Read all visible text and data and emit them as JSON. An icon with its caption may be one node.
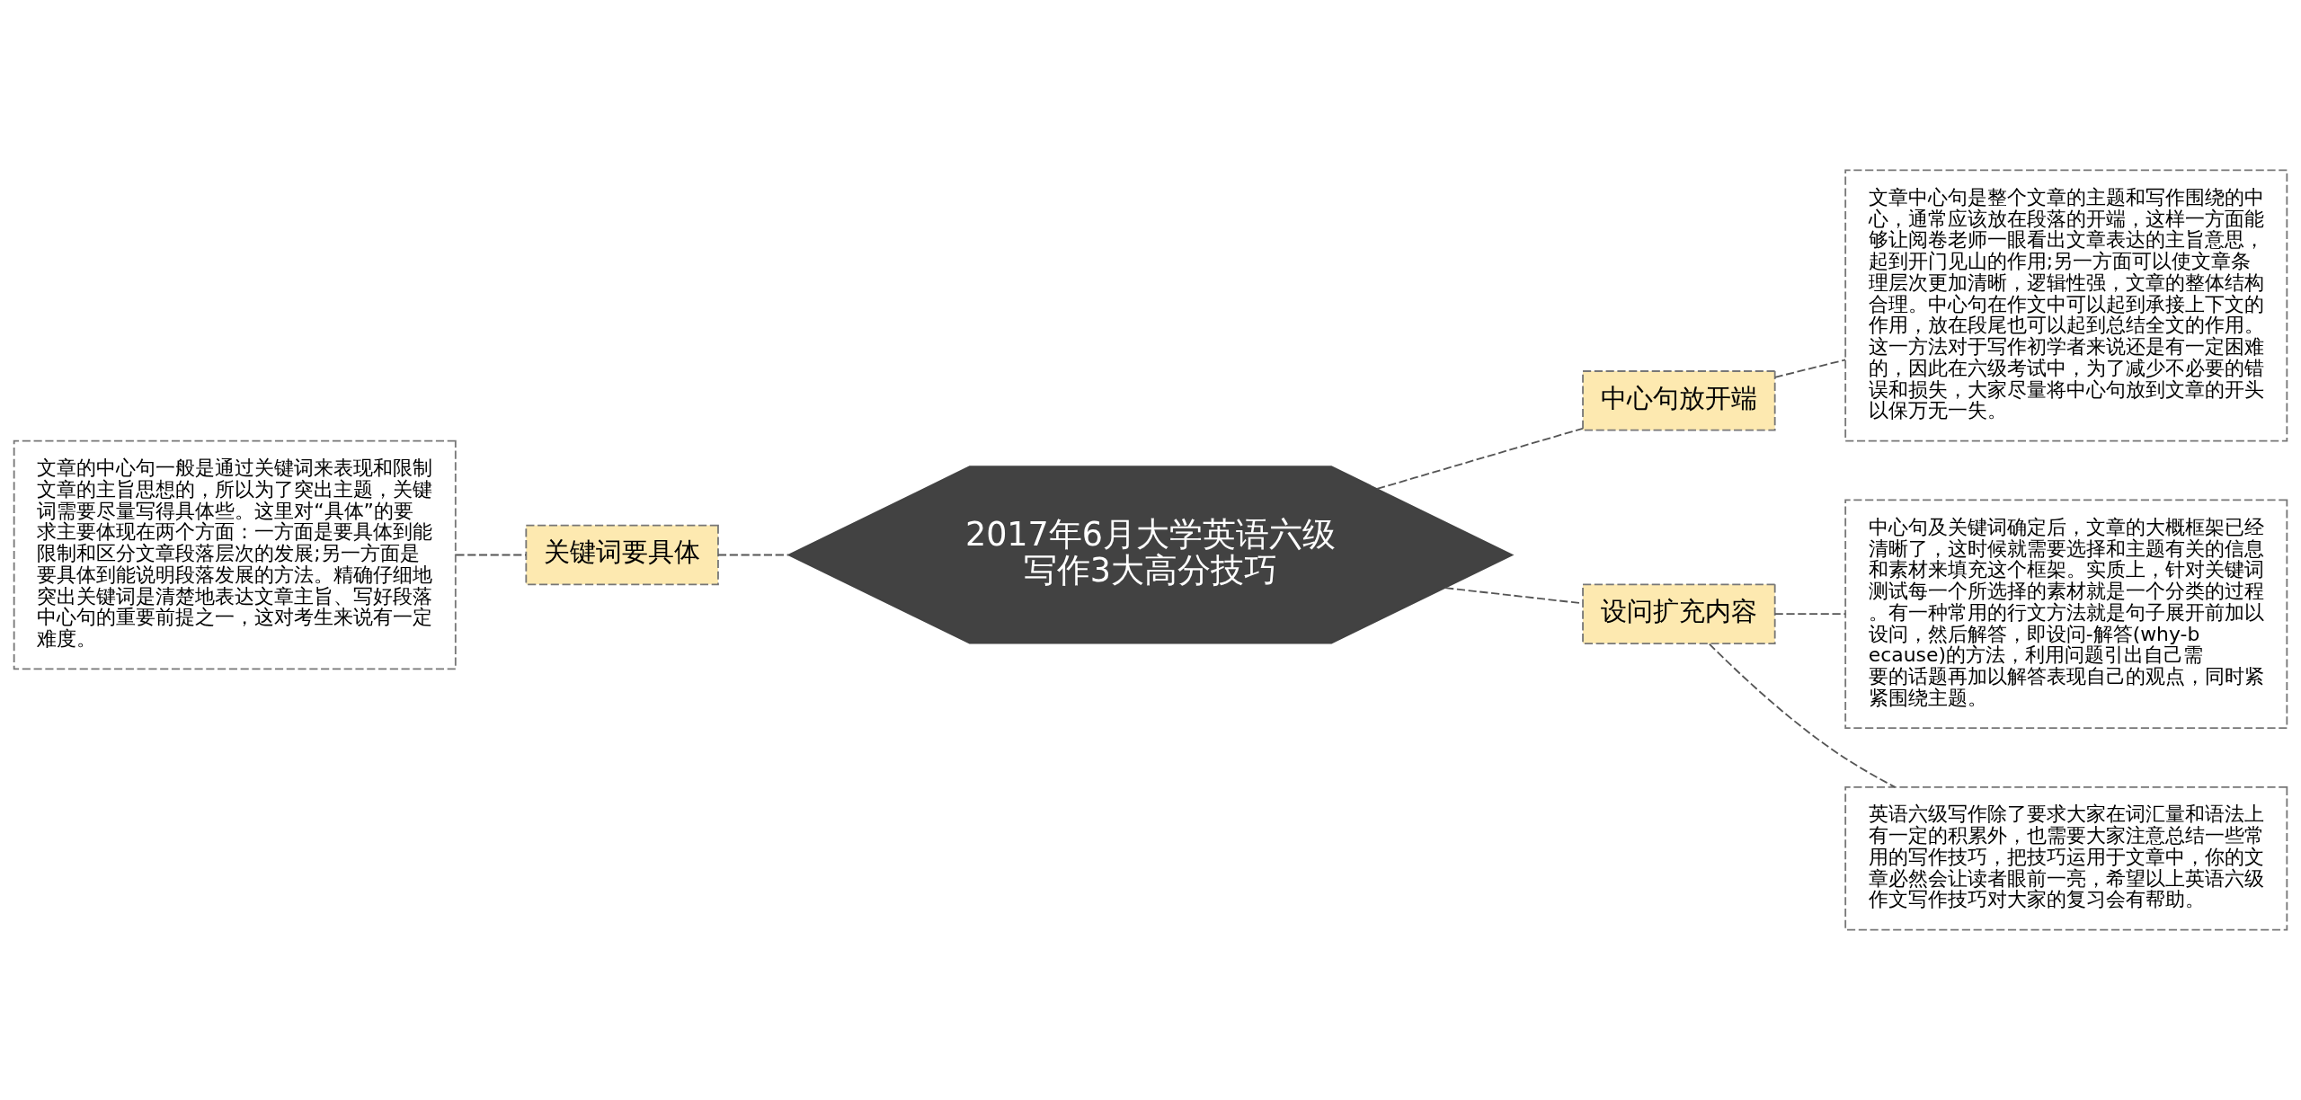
{
  "diagram": {
    "nodes": [
      {
        "text": [
          "2017年6月大学英语六级写作3大高分技巧"
        ]
      },
      {
        "text": [
          "关键词要具体"
        ]
      },
      {
        "text": [
          "文章的中心句一般是通过关键词来表现和限制文章的主旨思想的，所以为了突出主题，关键词需要尽量写得具体些。这里对“具体”的要求主要体现在两个方面：一方面是要具体到能限制和区分文章段落层次的发展;另一方面是要具体到能说明段落发展的方法。精确仔细地突出关键词是清楚地表达文章主旨、写好段落中心句的重要前提之一，这对考生来说有一定难度。"
        ]
      },
      {
        "text": [
          "中心句放开端"
        ]
      },
      {
        "text": [
          "文章中心句是整个文章的主题和写作围绕的中心，通常应该放在段落的开端，这样一方面能够让阅卷老师一眼看出文章表达的主旨意思，起到开门见山的作用;另一方面可以使文章条理层次更加清晰，逻辑性强，文章的整体结构合理。中心句在作文中可以起到承接上下文的作用，放在段尾也可以起到总结全文的作用。这一方法对于写作初学者来说还是有一定困难的，因此在六级考试中，为了减少不必要的错误和损失，大家尽量将中心句放到文章的开头以保万无一失。"
        ]
      },
      {
        "text": [
          "设问扩充内容"
        ]
      },
      {
        "text": [
          "中心句及关键词确定后，文章的大概框架已经清晰了，这时候就需要选择和主题有关的信息和素材来填充这个框架。实质上，针对关键词测试每一个所选择的素材就是一个分类的过程。有一种常用的行文方法就是句子展开前加以设问，然后解答，即设问-解答(why-because)的方法，利用问题引出自己需要的话题再加以解答表现自己的观点，同时紧紧围绕主题。"
        ]
      },
      {
        "text": [
          "英语六级写作除了要求大家在词汇量和语法上有一定的积累外，也需要大家注意总结一些常用的写作技巧，把技巧运用于文章中，你的文章必然会让读者眼前一亮，希望以上英语六级作文写作技巧对大家的复习会有帮助。"
        ]
      }
    ],
    "edges": [
      {
        "from": 0,
        "to": 1,
        "arrow": "none",
        "style": "dashed"
      },
      {
        "from": 1,
        "to": 2,
        "arrow": "none",
        "style": "dashed"
      },
      {
        "from": 0,
        "to": 3,
        "arrow": "none",
        "style": "dashed"
      },
      {
        "from": 3,
        "to": 4,
        "arrow": "none",
        "style": "dashed"
      },
      {
        "from": 0,
        "to": 5,
        "arrow": "none",
        "style": "dashed"
      },
      {
        "from": 5,
        "to": 6,
        "arrow": "none",
        "style": "dashed"
      },
      {
        "from": 5,
        "to": 7,
        "arrow": "none",
        "style": "dashed"
      }
    ]
  }
}
